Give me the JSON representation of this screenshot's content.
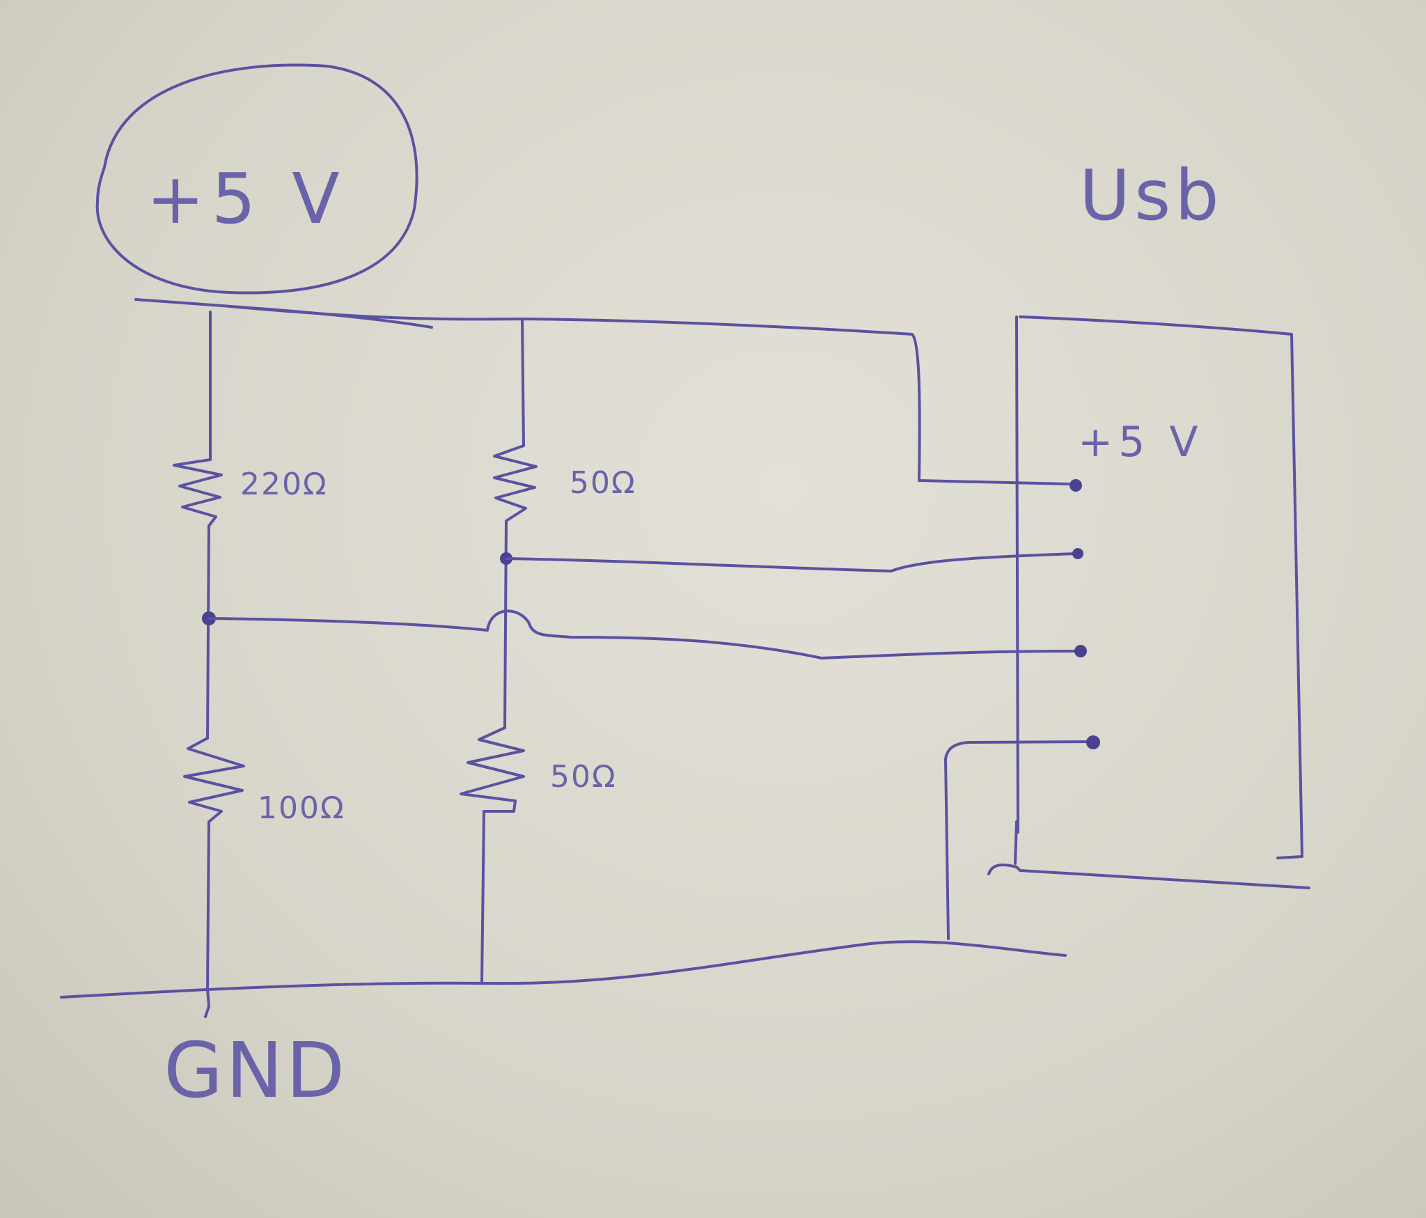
{
  "supply": {
    "label": "+5 V"
  },
  "ground": {
    "label": "GND"
  },
  "usb": {
    "label": "Usb",
    "pin_label": "+5 V"
  },
  "resistors": {
    "r1": "220Ω",
    "r2": "100Ω",
    "r3": "50Ω",
    "r4": "50Ω"
  },
  "colors": {
    "ink": "#5a52a0",
    "paper": "#dedbd2"
  }
}
